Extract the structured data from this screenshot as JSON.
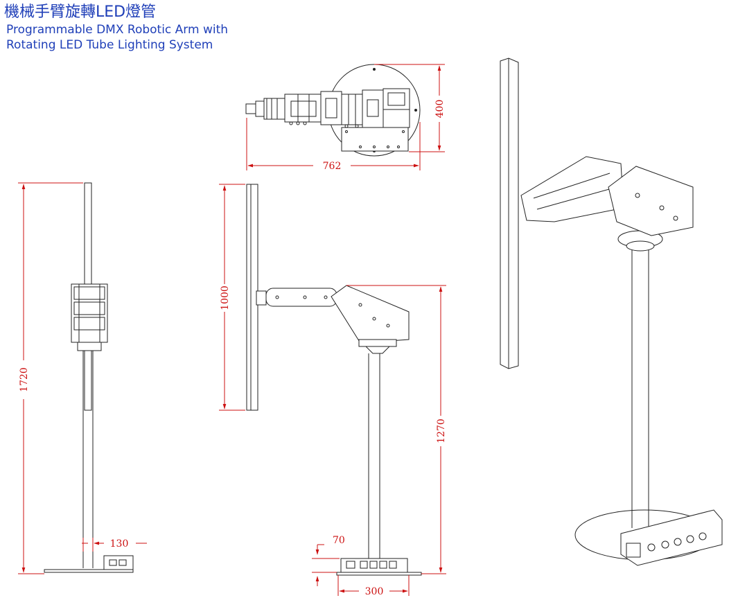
{
  "header": {
    "title": "機械手臂旋轉LED燈管",
    "subtitle_line1": "Programmable DMX Robotic Arm with",
    "subtitle_line2": "Rotating LED Tube Lighting System"
  },
  "dimensions": {
    "top_width": "762",
    "top_height": "400",
    "total_height": "1720",
    "tube_length": "1000",
    "arm_height": "1270",
    "pole_width": "130",
    "base_height": "70",
    "base_width": "300"
  },
  "colors": {
    "title": "#1f3fb8",
    "dimension": "#cc1111",
    "line": "#222222"
  }
}
